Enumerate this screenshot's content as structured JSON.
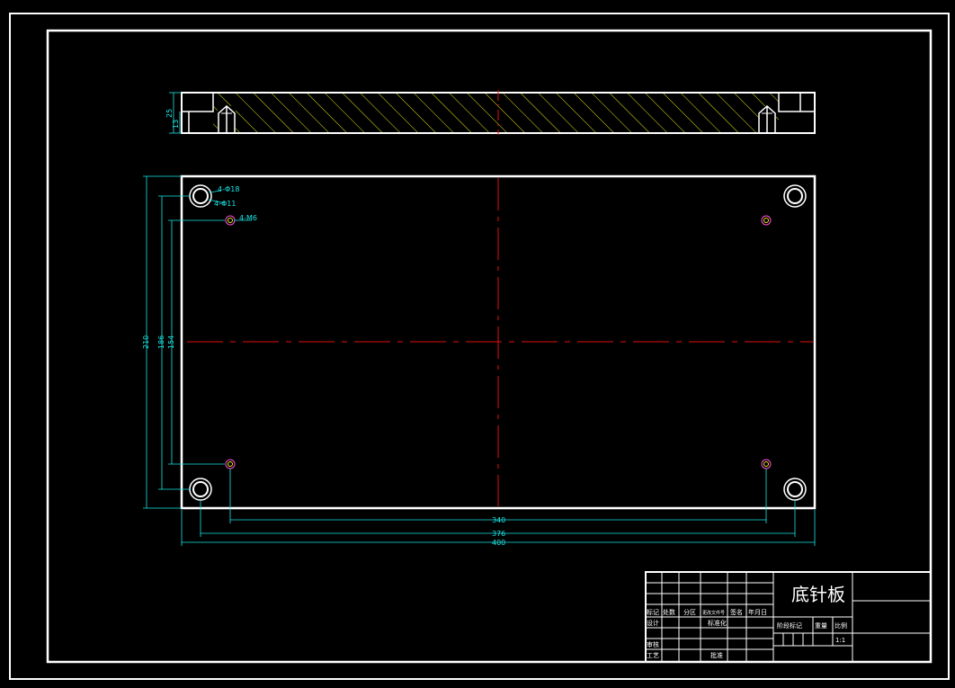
{
  "drawing": {
    "title": "底针板",
    "colors": {
      "background": "#000000",
      "outline": "#ffffff",
      "dimension": "#19e6e6",
      "centerline": "#e01010",
      "hatch": "#e6e619",
      "thread": "#ff4fd8"
    }
  },
  "section_view": {
    "dims": [
      "25",
      "13"
    ]
  },
  "plan_view": {
    "vertical_dims": [
      "210",
      "186",
      "154"
    ],
    "horizontal_dims": [
      "340",
      "376",
      "400"
    ],
    "hole_callouts": [
      "4-Φ18",
      "4-Φ11",
      "4-M6"
    ]
  },
  "title_block": {
    "part_name": "底针板",
    "header_cells": [
      "标记",
      "处数",
      "分区",
      "更改文件号",
      "签名",
      "年月日"
    ],
    "left_rows": [
      "设计",
      "",
      "审核",
      "工艺"
    ],
    "mid_cells": [
      "标准化",
      "",
      "批准"
    ],
    "right_cells": [
      "阶段标记",
      "重量",
      "比例"
    ],
    "scale": "1:1"
  }
}
